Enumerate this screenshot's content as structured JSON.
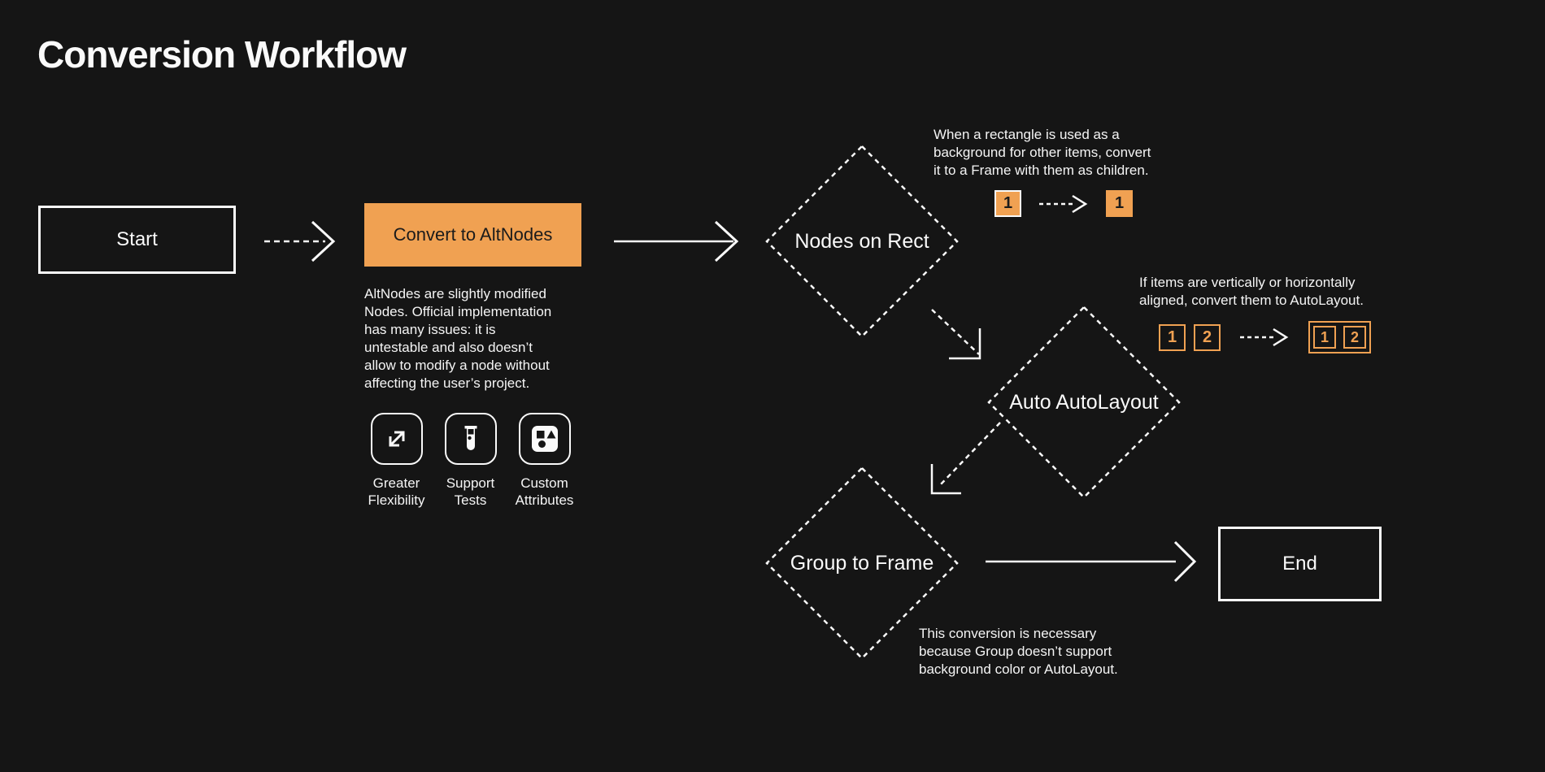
{
  "title": "Conversion Workflow",
  "colors": {
    "background": "#151515",
    "accent_orange": "#F0A152",
    "line_white": "#FAFAFA",
    "dark_text_on_orange": "#1B1B1B"
  },
  "flow": {
    "start": {
      "label": "Start"
    },
    "convert_to_altnodes": {
      "label": "Convert to AltNodes",
      "description": "AltNodes are slightly modified\nNodes. Official implementation\nhas many issues: it is\nuntestable and also doesn’t\nallow to modify a node without\naffecting the user’s project.",
      "features": [
        {
          "icon": "expand-arrows-icon",
          "label": "Greater\nFlexibility"
        },
        {
          "icon": "test-tube-icon",
          "label": "Support\nTests"
        },
        {
          "icon": "shapes-icon",
          "label": "Custom\nAttributes"
        }
      ]
    },
    "nodes_on_rect": {
      "label": "Nodes on Rect",
      "note": "When a rectangle is used as a\nbackground for other items, convert\nit to a Frame with them as children.",
      "example": {
        "before": "1",
        "after": "1"
      }
    },
    "auto_autolayout": {
      "label": "Auto AutoLayout",
      "note": "If items are vertically or horizontally\naligned, convert them to AutoLayout.",
      "example": {
        "before": [
          "1",
          "2"
        ],
        "after": [
          "1",
          "2"
        ]
      }
    },
    "group_to_frame": {
      "label": "Group to Frame",
      "note": "This conversion is necessary\nbecause Group doesn’t support\nbackground color or AutoLayout."
    },
    "end": {
      "label": "End"
    }
  }
}
